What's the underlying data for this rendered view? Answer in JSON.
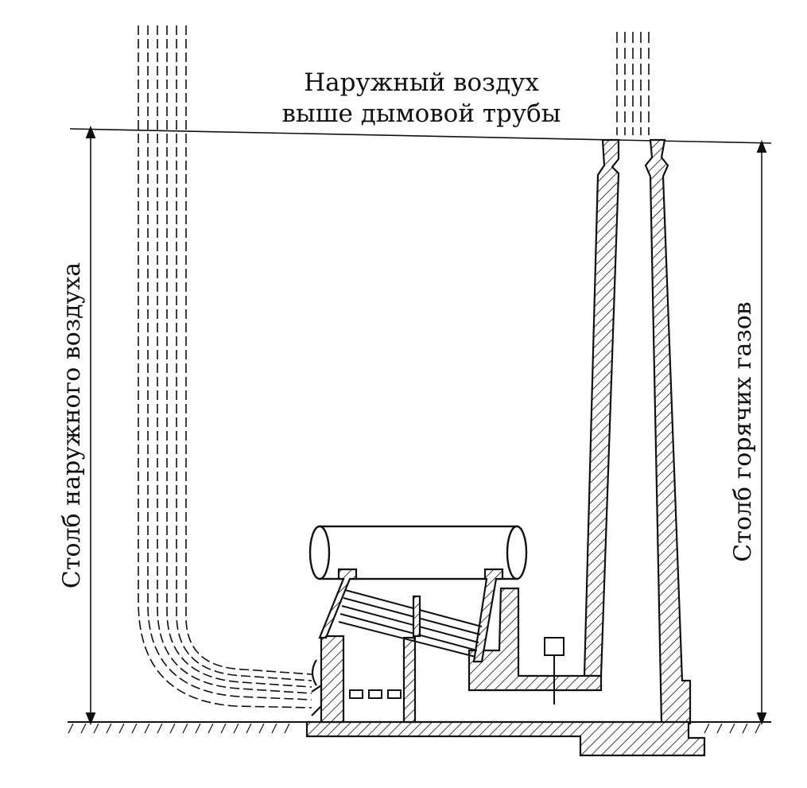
{
  "labels": {
    "title_line1": "Наружный воздух",
    "title_line2": "выше дымовой трубы",
    "left_column": "Столб наружного воздуха",
    "right_column": "Столб горячих газов"
  },
  "colors": {
    "ink": "#111111",
    "paper": "#ffffff"
  }
}
